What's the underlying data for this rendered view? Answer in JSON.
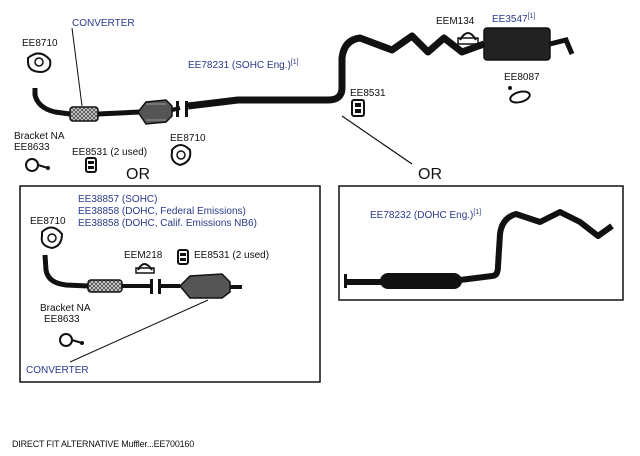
{
  "main": {
    "converter_label": "CONVERTER",
    "ee8710_top": "EE8710",
    "ee78231": "EE78231 (SOHC Eng.)",
    "ee78231_note": "[1]",
    "eem134": "EEM134",
    "ee3547": "EE3547",
    "ee3547_note": "[1]",
    "ee8087": "EE8087",
    "ee8531_right": "EE8531",
    "bracket_na": "Bracket NA",
    "ee8633": "EE8633",
    "ee8531_used": "EE8531 (2 used)",
    "ee8710_mid": "EE8710",
    "or_left": "OR",
    "or_right": "OR"
  },
  "left_box": {
    "ee38857": "EE38857 (SOHC)",
    "ee38858_fed": "EE38858 (DOHC, Federal Emissions)",
    "ee38858_cal": "EE38858 (DOHC, Calif. Emissions NB6)",
    "ee8710": "EE8710",
    "eem218": "EEM218",
    "ee8531_used": "EE8531 (2 used)",
    "bracket_na": "Bracket NA",
    "ee8633": "EE8633",
    "converter_label": "CONVERTER"
  },
  "right_box": {
    "ee78232": "EE78232 (DOHC Eng.)",
    "ee78232_note": "[1]"
  },
  "caption": "DIRECT FIT ALTERNATIVE Muffler...EE700160",
  "colors": {
    "label_blue": "#2a3a8c",
    "pipe": "#111111"
  }
}
